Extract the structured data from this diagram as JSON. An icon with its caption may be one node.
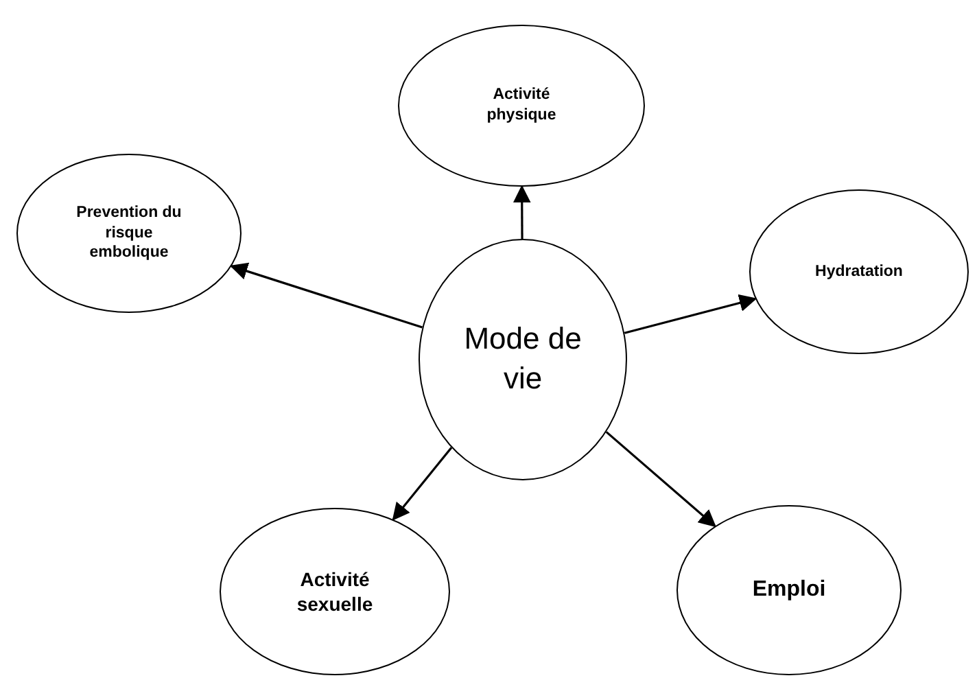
{
  "diagram": {
    "nodes": [
      {
        "text": [
          "Mode de vie"
        ]
      },
      {
        "text": [
          "Activité physique"
        ]
      },
      {
        "text": [
          "Prevention du risque embolique"
        ]
      },
      {
        "text": [
          "Hydratation"
        ]
      },
      {
        "text": [
          "Activité sexuelle"
        ]
      },
      {
        "text": [
          "Emploi"
        ]
      }
    ],
    "edges": [
      {
        "from": 0,
        "to": 1,
        "arrow": "to"
      },
      {
        "from": 0,
        "to": 2,
        "arrow": "to"
      },
      {
        "from": 0,
        "to": 3,
        "arrow": "to"
      },
      {
        "from": 0,
        "to": 4,
        "arrow": "to"
      },
      {
        "from": 0,
        "to": 5,
        "arrow": "to"
      }
    ]
  }
}
